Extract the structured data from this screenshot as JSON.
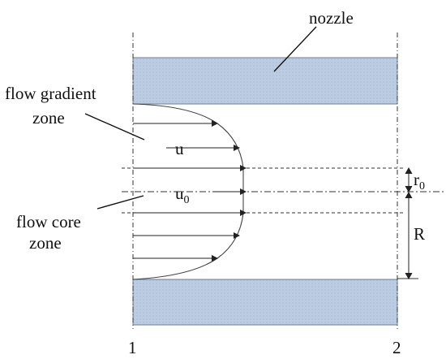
{
  "labels": {
    "nozzle": "nozzle",
    "flow_gradient_line1": "flow gradient",
    "flow_gradient_line2": "zone",
    "flow_core_line1": "flow core",
    "flow_core_line2": "zone",
    "velocity": "u",
    "core_velocity": "u",
    "core_velocity_sub": "0",
    "core_radius": "r",
    "core_radius_sub": "0",
    "radius": "R",
    "section_1": "1",
    "section_2": "2"
  },
  "colors": {
    "nozzle_fill": "#b8c9e0",
    "nozzle_stroke": "#6d7f98",
    "line": "#222222"
  }
}
